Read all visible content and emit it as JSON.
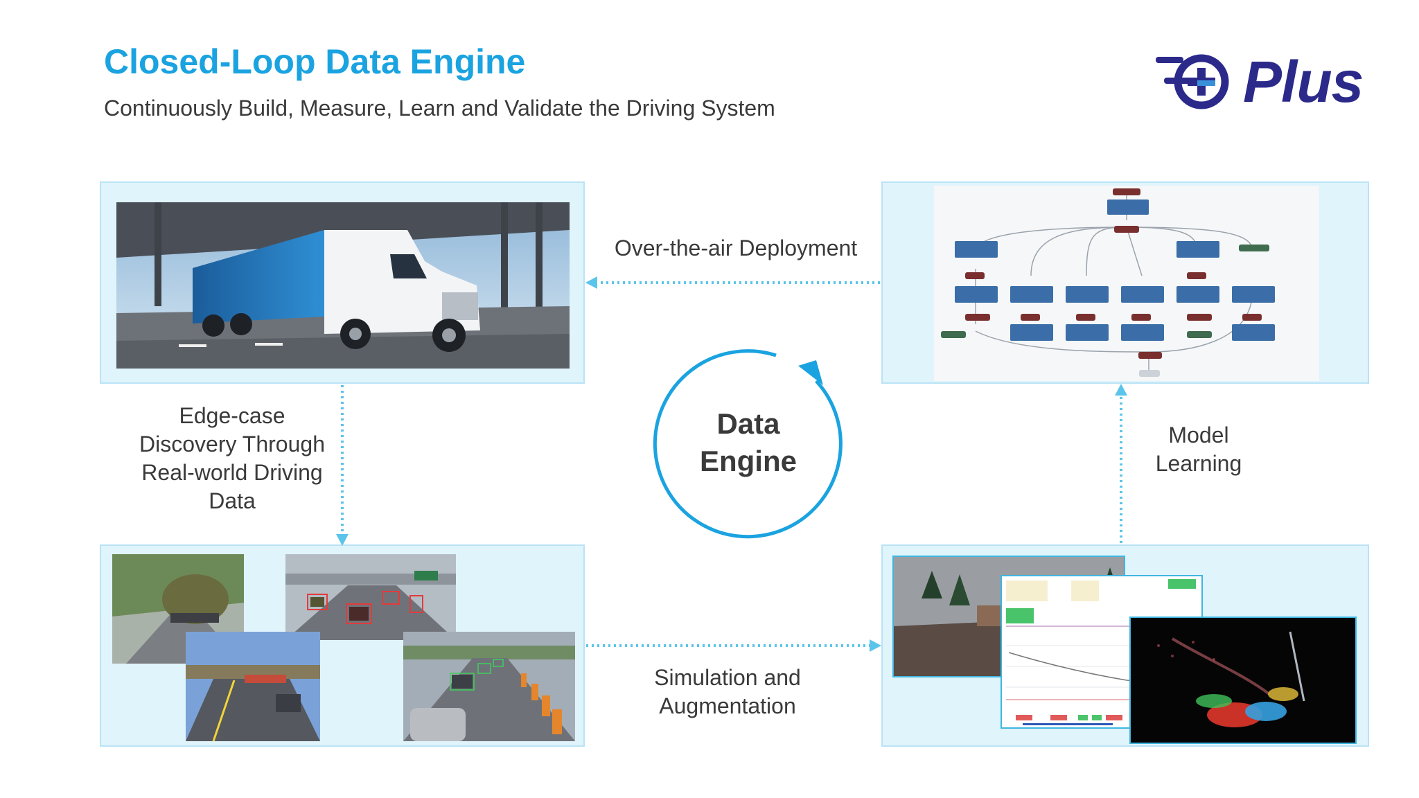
{
  "header": {
    "title": "Closed-Loop Data Engine",
    "subtitle": "Continuously Build, Measure, Learn and Validate the Driving System"
  },
  "logo": {
    "text": "Plus",
    "color": "#2b2a8a"
  },
  "center": {
    "line1": "Data",
    "line2": "Engine"
  },
  "flows": {
    "ota": "Over-the-air Deployment",
    "edge": [
      "Edge-case",
      "Discovery Through",
      "Real-world Driving",
      "Data"
    ],
    "model": [
      "Model",
      "Learning"
    ],
    "sim": [
      "Simulation and",
      "Augmentation"
    ]
  },
  "colors": {
    "accent": "#1aa3e0",
    "panel": "#e0f4fc",
    "arrow": "#5bc4ea",
    "text": "#3a3a3a"
  }
}
